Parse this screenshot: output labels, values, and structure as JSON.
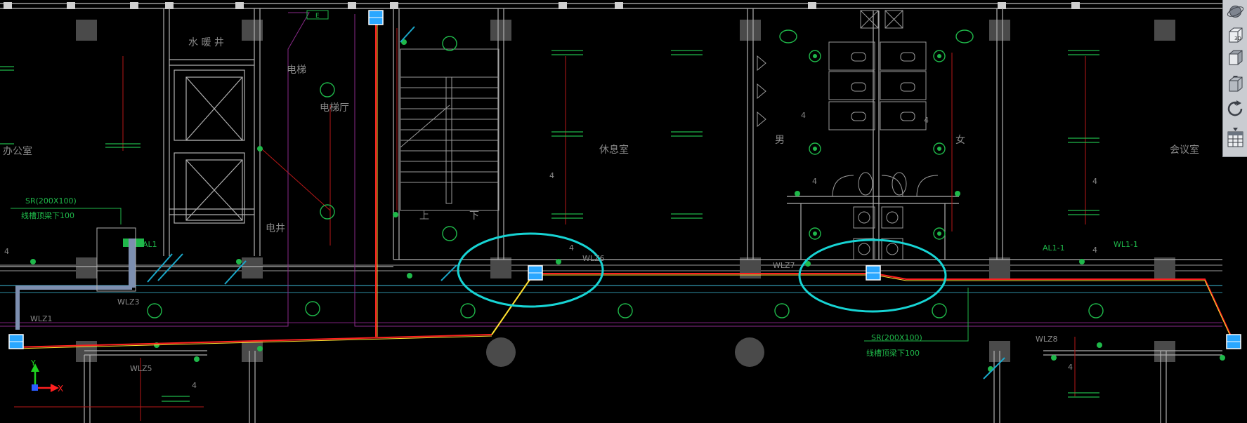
{
  "labels": {
    "water_well": "水 暖 井",
    "elevator": "电梯",
    "elevator_hall": "电梯厅",
    "office": "办公室",
    "rest_room": "休息室",
    "meeting_room": "会议室",
    "male": "男",
    "female": "女",
    "electric_shaft": "电井",
    "stair_up": "上",
    "stair_down": "下",
    "door_tag": "E",
    "sr_left": "SR(200X100)",
    "sr_left_note": "线槽顶梁下100",
    "sr_right": "SR(200X100)",
    "sr_right_note": "线槽顶梁下100",
    "panel_al1": "AL1",
    "panel_al1_1": "AL1-1",
    "panel_wl1_1": "WL1-1",
    "wlz3": "WLZ3",
    "wlz1": "WLZ1",
    "wlz5": "WLZ5",
    "wlz6": "WLZ6",
    "wlz7": "WLZ7",
    "wlz8": "WLZ8",
    "n4": "4",
    "axis_x": "X",
    "axis_y": "Y"
  },
  "toolbar": {
    "buttons": [
      "orbit-icon",
      "3d-view-icon",
      "view-cube-icon",
      "shade-icon",
      "rotate-icon",
      "grid-icon"
    ],
    "label_3d": "3D"
  },
  "colors": {
    "accent_cyan": "#17d4d4",
    "wire_red": "#ff2020",
    "wire_yellow": "#ffe030",
    "green": "#1fb84a",
    "wall": "#b8b8b8"
  }
}
